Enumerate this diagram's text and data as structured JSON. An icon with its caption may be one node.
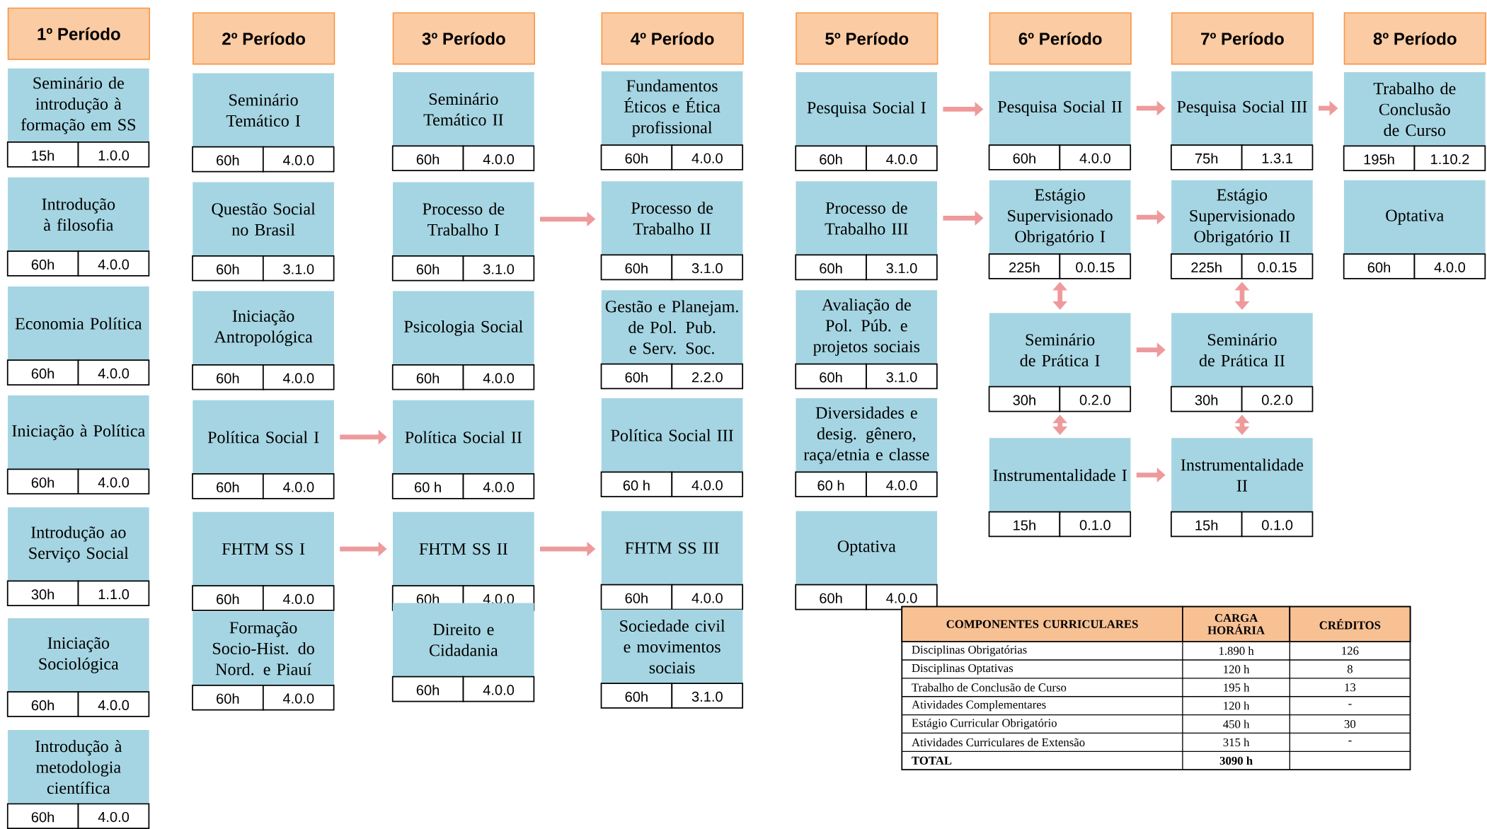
{
  "diagram": {
    "nodes": [
      {
        "text": [
          "1º Período"
        ]
      },
      {
        "text": [
          "Seminário de introdução à formação em SS",
          "15h",
          "1.0.0"
        ]
      },
      {
        "text": [
          "Introdução à filosofia",
          "60h",
          "4.0.0"
        ]
      },
      {
        "text": [
          "Economia Política",
          "60h",
          "4.0.0"
        ]
      },
      {
        "text": [
          "Iniciação à Política",
          "60h",
          "4.0.0"
        ]
      },
      {
        "text": [
          "Introdução ao Serviço Social",
          "30h",
          "1.1.0"
        ]
      },
      {
        "text": [
          "Iniciação Sociológica",
          "60h",
          "4.0.0"
        ]
      },
      {
        "text": [
          "Introdução à metodologia científica",
          "60h",
          "4.0.0"
        ]
      },
      {
        "text": [
          "2º Período"
        ]
      },
      {
        "text": [
          "Seminário Temático I",
          "60h",
          "4.0.0"
        ]
      },
      {
        "text": [
          "Questão Social no Brasil",
          "60h",
          "3.1.0"
        ]
      },
      {
        "text": [
          "Iniciação Antropológica",
          "60h",
          "4.0.0"
        ]
      },
      {
        "text": [
          "Política Social I",
          "60h",
          "4.0.0"
        ]
      },
      {
        "text": [
          "FHTM SS I",
          "60h",
          "4.0.0"
        ]
      },
      {
        "text": [
          "Formação Socio-Hist. do Nord. e Piauí",
          "60h",
          "4.0.0"
        ]
      },
      {
        "text": [
          "3º Período"
        ]
      },
      {
        "text": [
          "Seminário Temático II",
          "60h",
          "4.0.0"
        ]
      },
      {
        "text": [
          "Processo de Trabalho I",
          "60h",
          "3.1.0"
        ]
      },
      {
        "text": [
          "Psicologia Social",
          "60h",
          "4.0.0"
        ]
      },
      {
        "text": [
          "Política Social II",
          "60 h",
          "4.0.0"
        ]
      },
      {
        "text": [
          "FHTM SS II",
          "60h",
          "4.0.0"
        ]
      },
      {
        "text": [
          "Direito e Cidadania",
          "60h",
          "4.0.0"
        ]
      },
      {
        "text": [
          "4º Período"
        ]
      },
      {
        "text": [
          "Fundamentos Éticos e Ética profissional",
          "60h",
          "4.0.0"
        ]
      },
      {
        "text": [
          "Processo de Trabalho II",
          "60h",
          "3.1.0"
        ]
      },
      {
        "text": [
          "Gestão e Planejam. de Pol. Pub. e Serv. Soc.",
          "60h",
          "2.2.0"
        ]
      },
      {
        "text": [
          "Política Social III",
          "60 h",
          "4.0.0"
        ]
      },
      {
        "text": [
          "FHTM SS III",
          "60h",
          "4.0.0"
        ]
      },
      {
        "text": [
          "Sociedade civil e movimentos sociais",
          "60h",
          "3.1.0"
        ]
      },
      {
        "text": [
          "5º Período"
        ]
      },
      {
        "text": [
          "Pesquisa Social I",
          "60h",
          "4.0.0"
        ]
      },
      {
        "text": [
          "Processo de Trabalho III",
          "60h",
          "3.1.0"
        ]
      },
      {
        "text": [
          "Avaliação de Pol. Púb. e projetos sociais",
          "60h",
          "3.1.0"
        ]
      },
      {
        "text": [
          "Diversidades e desig. gênero, raça/etnia e classe",
          "60 h",
          "4.0.0"
        ]
      },
      {
        "text": [
          "Optativa",
          "60h",
          "4.0.0"
        ]
      },
      {
        "text": [
          "6º Período"
        ]
      },
      {
        "text": [
          "Pesquisa Social II",
          "60h",
          "4.0.0"
        ]
      },
      {
        "text": [
          "Estágio Supervisionado Obrigatório I",
          "225h",
          "0.0.15"
        ]
      },
      {
        "text": [
          "Seminário de Prática I",
          "30h",
          "0.2.0"
        ]
      },
      {
        "text": [
          "Instrumentalidade I",
          "15h",
          "0.1.0"
        ]
      },
      {
        "text": [
          "7º Período"
        ]
      },
      {
        "text": [
          "Pesquisa Social III",
          "75h",
          "1.3.1"
        ]
      },
      {
        "text": [
          "Estágio Supervisionado Obrigatório II",
          "225h",
          "0.0.15"
        ]
      },
      {
        "text": [
          "Seminário de Prática II",
          "30h",
          "0.2.0"
        ]
      },
      {
        "text": [
          "Instrumentalidade II",
          "15h",
          "0.1.0"
        ]
      },
      {
        "text": [
          "8º Período"
        ]
      },
      {
        "text": [
          "Trabalho de Conclusão de Curso",
          "195h",
          "1.10.2"
        ]
      },
      {
        "text": [
          "Optativa",
          "60h",
          "4.0.0"
        ]
      }
    ],
    "edges": [
      {
        "from": 12,
        "to": 19,
        "arrow": "to"
      },
      {
        "from": 13,
        "to": 20,
        "arrow": "to"
      },
      {
        "from": 17,
        "to": 24,
        "arrow": "to"
      },
      {
        "from": 20,
        "to": 27,
        "arrow": "to"
      },
      {
        "from": 30,
        "to": 36,
        "arrow": "to"
      },
      {
        "from": 31,
        "to": 37,
        "arrow": "to"
      },
      {
        "from": 36,
        "to": 41,
        "arrow": "to"
      },
      {
        "from": 37,
        "to": 42,
        "arrow": "to"
      },
      {
        "from": 37,
        "to": 38,
        "arrow": "both"
      },
      {
        "from": 38,
        "to": 39,
        "arrow": "both"
      },
      {
        "from": 38,
        "to": 43,
        "arrow": "to"
      },
      {
        "from": 39,
        "to": 44,
        "arrow": "to"
      },
      {
        "from": 41,
        "to": 46,
        "arrow": "to"
      },
      {
        "from": 42,
        "to": 43,
        "arrow": "both"
      },
      {
        "from": 43,
        "to": 44,
        "arrow": "both"
      }
    ],
    "labels": [
      "COMPONENTES CURRICULARES",
      "CARGA HORÁRIA",
      "CRÉDITOS",
      "Disciplinas Obrigatórias",
      "1.890 h",
      "126",
      "Disciplinas Optativas",
      "120 h",
      "8",
      "Trabalho de Conclusão de Curso",
      "195 h",
      "13",
      "Atividades Complementares",
      "120 h",
      "-",
      "Estágio Curricular Obrigatório",
      "450 h",
      "30",
      "Atividades Curriculares de Extensão",
      "315 h",
      "-",
      "TOTAL",
      "3090 h"
    ]
  }
}
